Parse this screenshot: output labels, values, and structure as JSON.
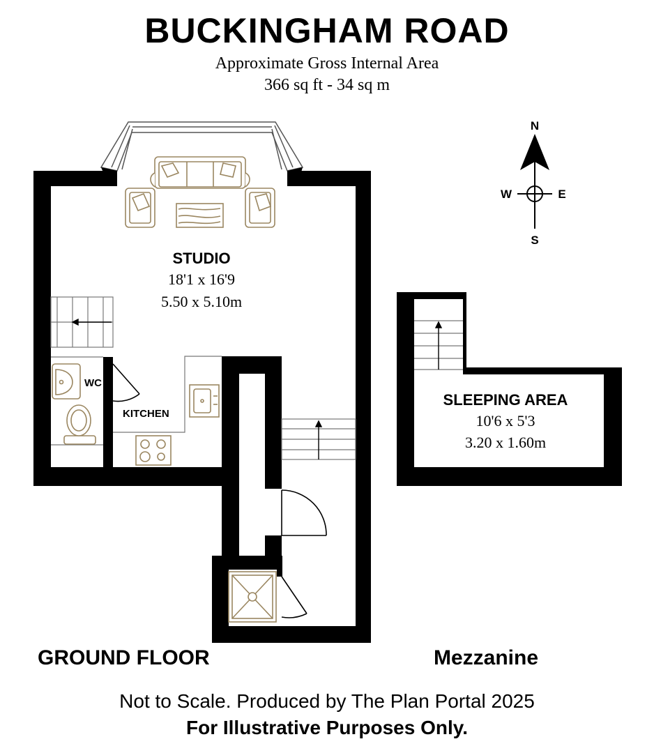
{
  "header": {
    "title": "BUCKINGHAM ROAD",
    "subtitle": "Approximate Gross Internal Area",
    "area": "366 sq ft - 34 sq m"
  },
  "compass": {
    "n": "N",
    "e": "E",
    "s": "S",
    "w": "W"
  },
  "rooms": {
    "studio": {
      "name": "STUDIO",
      "imperial": "18'1 x 16'9",
      "metric": "5.50 x 5.10m"
    },
    "wc": {
      "name": "WC"
    },
    "kitchen": {
      "name": "KITCHEN"
    },
    "sleeping": {
      "name": "SLEEPING AREA",
      "imperial": "10'6 x 5'3",
      "metric": "3.20 x 1.60m"
    }
  },
  "floors": {
    "ground": "GROUND FLOOR",
    "mezzanine": "Mezzanine"
  },
  "footer": {
    "line1": "Not to Scale. Produced by The Plan Portal 2025",
    "line2": "For Illustrative Purposes Only."
  },
  "colors": {
    "wall": "#000000",
    "furniture": "#9a8660",
    "line": "#555555"
  }
}
